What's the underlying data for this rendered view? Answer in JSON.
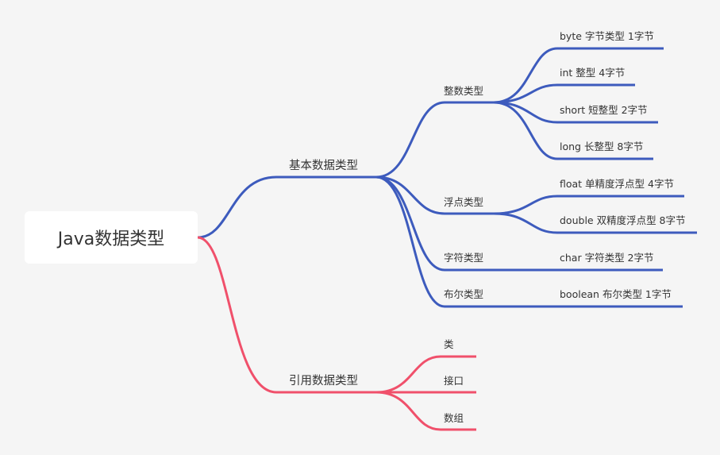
{
  "root": {
    "label": "Java数据类型"
  },
  "colors": {
    "basic": "#3d5bbd",
    "reference": "#f0506b",
    "text": "#333333",
    "root_bg": "#ffffff",
    "canvas": "#f5f5f5"
  },
  "basic": {
    "label": "基本数据类型",
    "groups": [
      {
        "label": "整数类型",
        "items": [
          "byte 字节类型 1字节",
          "int 整型 4字节",
          "short 短整型 2字节",
          "long 长整型 8字节"
        ]
      },
      {
        "label": "浮点类型",
        "items": [
          "float 单精度浮点型 4字节",
          "double 双精度浮点型 8字节"
        ]
      },
      {
        "label": "字符类型",
        "items": [
          "char 字符类型 2字节"
        ]
      },
      {
        "label": "布尔类型",
        "items": [
          "boolean 布尔类型 1字节"
        ]
      }
    ]
  },
  "reference": {
    "label": "引用数据类型",
    "items": [
      "类",
      "接口",
      "数组"
    ]
  }
}
